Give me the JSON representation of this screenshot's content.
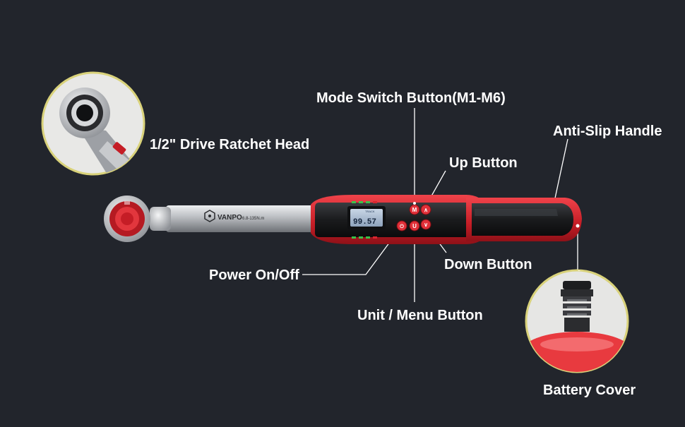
{
  "callouts": {
    "mode_switch": "Mode Switch Button(M1-M6)",
    "ratchet_head": "1/2\" Drive Ratchet Head",
    "anti_slip": "Anti-Slip Handle",
    "up": "Up Button",
    "down": "Down Button",
    "power": "Power On/Off",
    "unit_menu": "Unit / Menu Button",
    "battery": "Battery Cover"
  },
  "wrench": {
    "brand": "VANPO",
    "range": "6.8-135N.m",
    "display_value": "99.57",
    "display_mode": "TRACK",
    "button_glyphs": {
      "mode": "M",
      "up": "∧",
      "down": "∨",
      "power": "⏻",
      "unit": "U"
    }
  },
  "colors": {
    "background": "#22252c",
    "accent_red": "#d8262f",
    "label": "#ffffff",
    "inset_ring": "#d9d27a"
  }
}
